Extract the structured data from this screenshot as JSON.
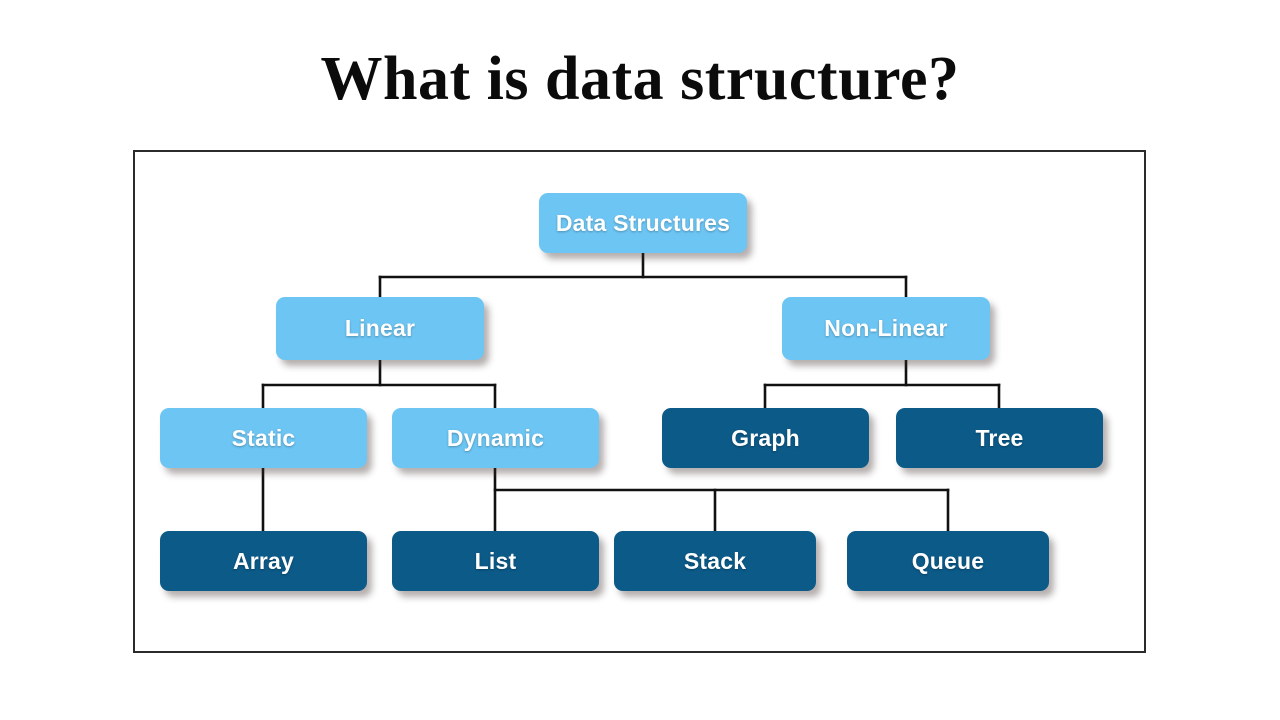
{
  "slide": {
    "title": "What is data structure?",
    "background_color": "#ffffff",
    "frame_border_color": "#2b2b2b"
  },
  "palette": {
    "light_blue": "#6cc5f3",
    "dark_blue": "#0c5a88",
    "node_text": "#ffffff",
    "connector": "#111111",
    "title_text": "#0b0b0b"
  },
  "chart_data": {
    "type": "diagram",
    "diagram_kind": "hierarchy-tree",
    "title": "What is data structure?",
    "root": "Data Structures",
    "nodes": [
      {
        "id": "data-structures",
        "label": "Data Structures",
        "level": 0,
        "style": "light"
      },
      {
        "id": "linear",
        "label": "Linear",
        "level": 1,
        "style": "light"
      },
      {
        "id": "non-linear",
        "label": "Non-Linear",
        "level": 1,
        "style": "light"
      },
      {
        "id": "static",
        "label": "Static",
        "level": 2,
        "style": "light"
      },
      {
        "id": "dynamic",
        "label": "Dynamic",
        "level": 2,
        "style": "light"
      },
      {
        "id": "graph",
        "label": "Graph",
        "level": 2,
        "style": "dark"
      },
      {
        "id": "tree",
        "label": "Tree",
        "level": 2,
        "style": "dark"
      },
      {
        "id": "array",
        "label": "Array",
        "level": 3,
        "style": "dark"
      },
      {
        "id": "list",
        "label": "List",
        "level": 3,
        "style": "dark"
      },
      {
        "id": "stack",
        "label": "Stack",
        "level": 3,
        "style": "dark"
      },
      {
        "id": "queue",
        "label": "Queue",
        "level": 3,
        "style": "dark"
      }
    ],
    "edges": [
      {
        "from": "data-structures",
        "to": "linear"
      },
      {
        "from": "data-structures",
        "to": "non-linear"
      },
      {
        "from": "linear",
        "to": "static"
      },
      {
        "from": "linear",
        "to": "dynamic"
      },
      {
        "from": "non-linear",
        "to": "graph"
      },
      {
        "from": "non-linear",
        "to": "tree"
      },
      {
        "from": "static",
        "to": "array"
      },
      {
        "from": "dynamic",
        "to": "list"
      },
      {
        "from": "dynamic",
        "to": "stack"
      },
      {
        "from": "dynamic",
        "to": "queue"
      }
    ]
  },
  "labels": {
    "data_structures": "Data Structures",
    "linear": "Linear",
    "non_linear": "Non-Linear",
    "static": "Static",
    "dynamic": "Dynamic",
    "graph": "Graph",
    "tree": "Tree",
    "array": "Array",
    "list": "List",
    "stack": "Stack",
    "queue": "Queue"
  }
}
